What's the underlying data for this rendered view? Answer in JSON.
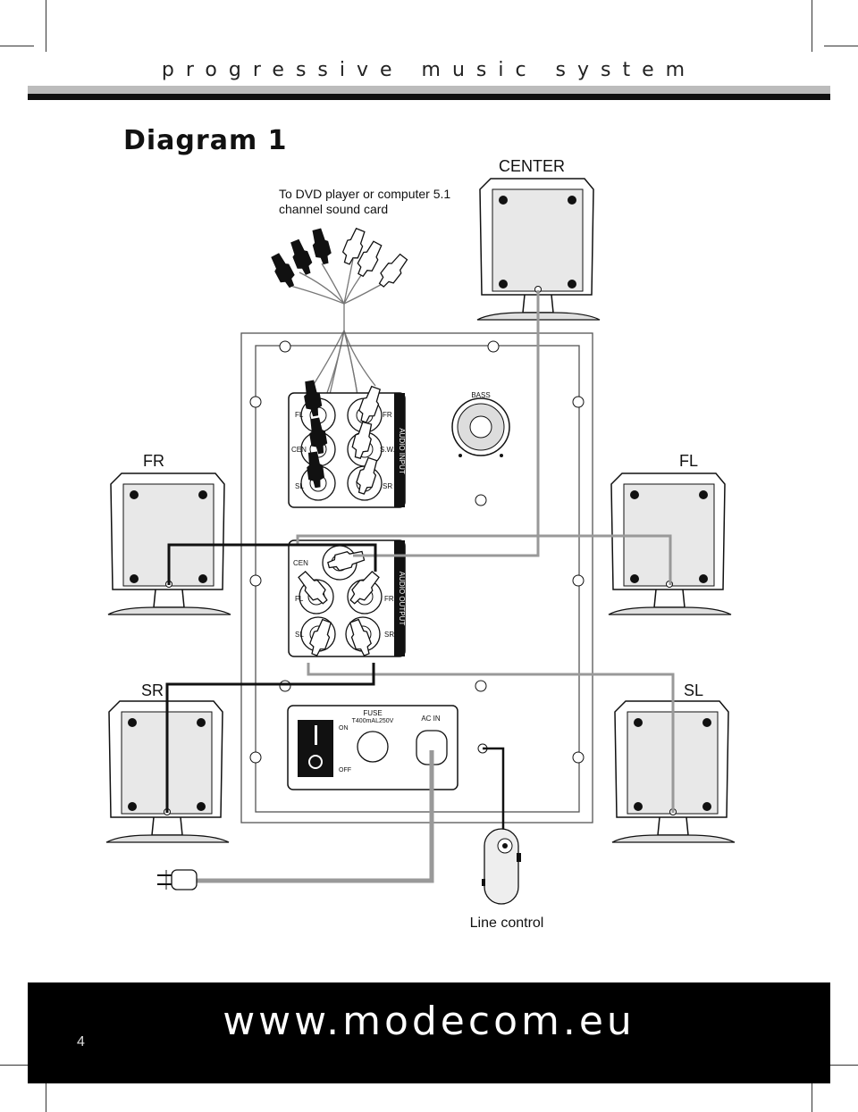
{
  "header": {
    "title": "progressive music system"
  },
  "diagram_title": "Diagram 1",
  "source_note": [
    "To DVD player or computer 5.1",
    "channel sound card"
  ],
  "speakers": {
    "center": "CENTER",
    "fr": "FR",
    "fl": "FL",
    "sr": "SR",
    "sl": "SL"
  },
  "audio_input": {
    "title": "AUDIO INPUT",
    "jacks": {
      "fl": "FL",
      "fr": "FR",
      "cen": "CEN",
      "sw": "S.W.",
      "sl": "SL",
      "sr": "SR"
    }
  },
  "audio_output": {
    "title": "AUDIO OUTPUT",
    "jacks": {
      "cen": "CEN",
      "fl": "FL",
      "fr": "FR",
      "sl": "SL",
      "sr": "SR"
    }
  },
  "bass_knob": {
    "label": "BASS"
  },
  "power_panel": {
    "switch_on": "ON",
    "switch_off": "OFF",
    "fuse_label": "FUSE",
    "fuse_rating": "T400mAL250V",
    "ac_in": "AC IN"
  },
  "line_control": "Line control",
  "footer": {
    "url": "www.modecom.eu",
    "page_number": "4"
  }
}
